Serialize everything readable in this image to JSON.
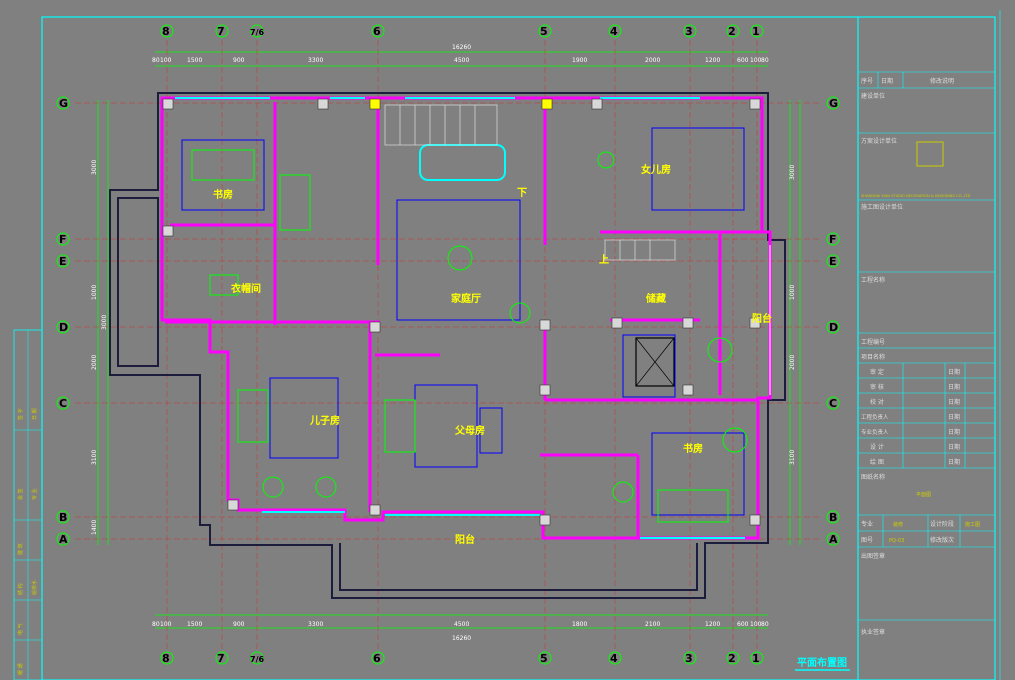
{
  "rooms": {
    "study_nw": "书房",
    "daughter": "女儿房",
    "closet": "衣帽间",
    "family_hall": "家庭厅",
    "storage": "储藏",
    "balcony_e": "阳台",
    "son": "儿子房",
    "parents": "父母房",
    "study_se": "书房",
    "balcony_s": "阳台",
    "stair_down": "下",
    "stair_up": "上"
  },
  "grid_cols": [
    "8",
    "7",
    "7/6",
    "6",
    "5",
    "4",
    "3",
    "2",
    "1"
  ],
  "grid_rows": [
    "G",
    "F",
    "E",
    "D",
    "C",
    "B",
    "A"
  ],
  "dims_top": {
    "total": "16260",
    "segments": [
      "80",
      "100",
      "1500",
      "900",
      "3300",
      "4500",
      "1900",
      "2000",
      "1200",
      "600",
      "100",
      "80"
    ]
  },
  "dims_bottom": {
    "total": "16260",
    "segments": [
      "80",
      "100",
      "1500",
      "900",
      "3300",
      "4500",
      "1800",
      "2100",
      "1200",
      "600",
      "100",
      "80"
    ]
  },
  "dims_left": [
    "3000",
    "3000",
    "1000",
    "2000",
    "3100",
    "1400"
  ],
  "dims_right": [
    "3000",
    "1000",
    "2000",
    "3100"
  ],
  "drawing_title": "平面布置图",
  "title_block": {
    "rev_headers": [
      "序号",
      "日期",
      "修改说明"
    ],
    "client": "建设单位",
    "designer": "方案设计单位",
    "company_en": "SHANGHAI XIAN STUDIO DECORATION & DESIGNING CO.,LTD",
    "construction_design": "施工图设计单位",
    "project_name": "工程名称",
    "project_no": "工程编号",
    "item_name": "项目名称",
    "roles": [
      "审 定",
      "审 核",
      "校 对",
      "工程负责人",
      "专业负责人",
      "设 计",
      "绘 图"
    ],
    "date_label": "日期",
    "sheet_name_label": "图纸名称",
    "sheet_name": "平面图",
    "discipline_label": "专业",
    "discipline": "装修",
    "design_stage_label": "设计阶段",
    "design_stage": "施工图",
    "drawing_no_label": "图号",
    "drawing_no": "PQ-03",
    "revision_label": "修改版次",
    "issue_stamp": "出图签章",
    "reg_stamp": "执业签章"
  },
  "left_strip": [
    "签 字",
    "会 签",
    "专 业",
    "日 期",
    "建 筑",
    "结 构",
    "给排水",
    "电 气",
    "暖 通"
  ],
  "colors": {
    "background": "#808080",
    "frame": "#00ffff",
    "wall": "#ff00ff",
    "furniture": "#0000ff",
    "fixture": "#00ff00",
    "room_label": "#ffff00"
  }
}
